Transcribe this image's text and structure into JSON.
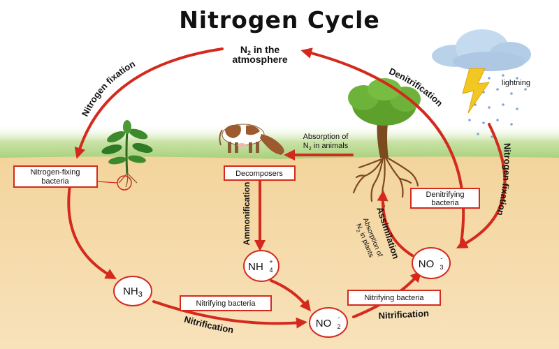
{
  "title": "Nitrogen Cycle",
  "atmosphere": {
    "line1_main": "N",
    "line1_sub": "2",
    "line1_rest": " in the",
    "line2": "atmosphere"
  },
  "processes": {
    "nitrogen_fixation_left": "Nitrogen fixation",
    "denitrification": "Denitrification",
    "nitrogen_fixation_right": "Nitrogen fixation",
    "ammonification": "Ammonification",
    "assimilation": "Assimilation",
    "nitrification_left": "Nitrification",
    "nitrification_right": "Nitrification"
  },
  "lightning": "lightning",
  "absorption_animals": {
    "line1": "Absorption of",
    "line2_main": "N",
    "line2_sub": "2",
    "line2_rest": " in animals"
  },
  "absorption_plants": {
    "line1": "Absorption of",
    "line2_main": "N",
    "line2_sub": "2",
    "line2_rest": " in plants"
  },
  "boxes": {
    "nitrogen_fixing_bacteria": {
      "line1": "Nitrogen-fixing",
      "line2": "bacteria"
    },
    "decomposers": "Decomposers",
    "denitrifying_bacteria": {
      "line1": "Denitrifying",
      "line2": "bacteria"
    },
    "nitrifying_bacteria_left": "Nitrifying bacteria",
    "nitrifying_bacteria_right": "Nitrifying bacteria"
  },
  "nodes": {
    "nh3": {
      "main": "NH",
      "sub": "3"
    },
    "nh4": {
      "main": "NH",
      "sup": "+",
      "sub": "4"
    },
    "no2": {
      "main": "NO",
      "sup": "-",
      "sub": "2"
    },
    "no3": {
      "main": "NO",
      "sup": "-",
      "sub": "3"
    }
  },
  "colors": {
    "arrow": "#d42a1e",
    "sky": "#ffffff",
    "grass": "#b7d98e",
    "soil": "#f6d9a4",
    "tree_canopy": "#5da02c",
    "trunk": "#7b4a1f",
    "cloud": "#b9d2ea",
    "bolt": "#f3c722"
  }
}
